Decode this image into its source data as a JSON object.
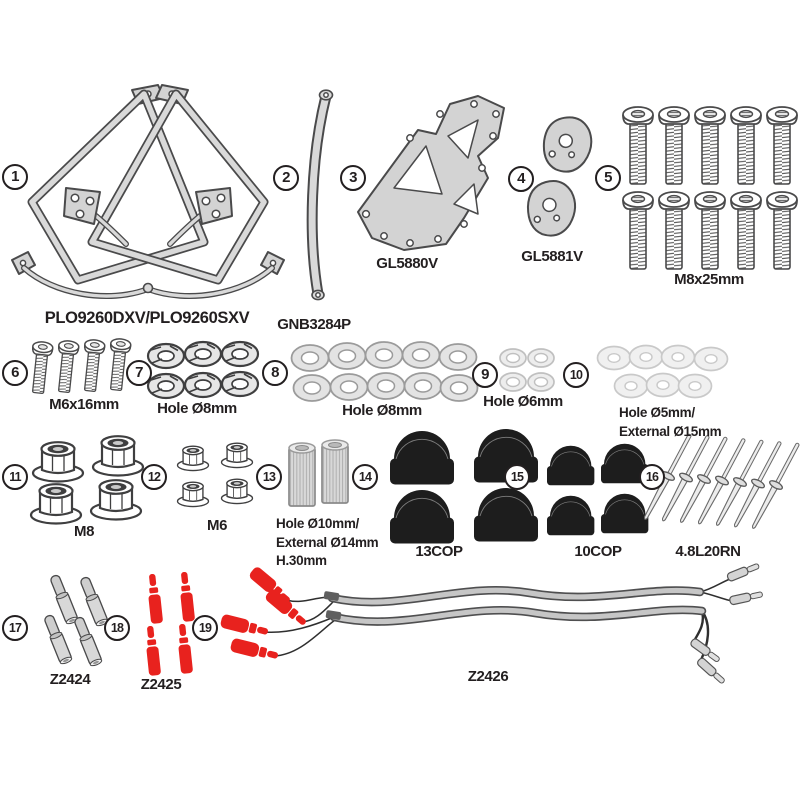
{
  "diagram": {
    "kind": "exploded parts kit diagram",
    "colors": {
      "background": "#ffffff",
      "part_fill": "#d9d9d9",
      "part_stroke": "#4a4a4b",
      "black_part": "#1d1d1d",
      "red_part": "#e8221e",
      "text": "#231f20"
    }
  },
  "items": [
    {
      "number": "1",
      "labels": [
        "PLO9260DXV/PLO9260SXV"
      ],
      "quantity": 1,
      "depicts": "pair of tubular side-case holder frames"
    },
    {
      "number": "2",
      "labels": [
        "GNB3284P"
      ],
      "quantity": 1,
      "depicts": "curved flat support strap with end holes"
    },
    {
      "number": "3",
      "labels": [
        "GL5880V"
      ],
      "quantity": 1,
      "depicts": "mounting plate with triangular cutouts"
    },
    {
      "number": "4",
      "labels": [
        "GL5881V"
      ],
      "quantity": 2,
      "depicts": "small drilled spacer plates"
    },
    {
      "number": "5",
      "labels": [
        "M8x25mm"
      ],
      "quantity": 10,
      "depicts": "button-head screws"
    },
    {
      "number": "6",
      "labels": [
        "M6x16mm"
      ],
      "quantity": 4,
      "depicts": "button-head screws"
    },
    {
      "number": "7",
      "labels": [
        "Hole Ø8mm"
      ],
      "quantity": 6,
      "depicts": "split spring washers"
    },
    {
      "number": "8",
      "labels": [
        "Hole Ø8mm"
      ],
      "quantity": 10,
      "depicts": "flat washers"
    },
    {
      "number": "9",
      "labels": [
        "Hole Ø6mm"
      ],
      "quantity": 4,
      "depicts": "small flat washers"
    },
    {
      "number": "10",
      "labels": [
        "Hole Ø5mm/",
        "External Ø15mm"
      ],
      "quantity": 7,
      "depicts": "large flat washers"
    },
    {
      "number": "11",
      "labels": [
        "M8"
      ],
      "quantity": 4,
      "depicts": "flange lock nuts"
    },
    {
      "number": "12",
      "labels": [
        "M6"
      ],
      "quantity": 4,
      "depicts": "flange lock nuts"
    },
    {
      "number": "13",
      "labels": [
        "Hole Ø10mm/",
        "External Ø14mm",
        "H.30mm"
      ],
      "quantity": 2,
      "depicts": "cylindrical spacer bushings"
    },
    {
      "number": "14",
      "labels": [
        "13COP"
      ],
      "quantity": 4,
      "depicts": "black protective caps"
    },
    {
      "number": "15",
      "labels": [
        "10COP"
      ],
      "quantity": 4,
      "depicts": "black protective caps"
    },
    {
      "number": "16",
      "labels": [
        "4.8L20RN"
      ],
      "quantity": 7,
      "depicts": "blind rivets"
    },
    {
      "number": "17",
      "labels": [
        "Z2424"
      ],
      "quantity": 4,
      "depicts": "grey bullet connectors"
    },
    {
      "number": "18",
      "labels": [
        "Z2425"
      ],
      "quantity": 4,
      "depicts": "red bullet connectors"
    },
    {
      "number": "19",
      "labels": [
        "Z2426"
      ],
      "quantity": 1,
      "depicts": "wiring harness with red and grey terminals"
    }
  ]
}
